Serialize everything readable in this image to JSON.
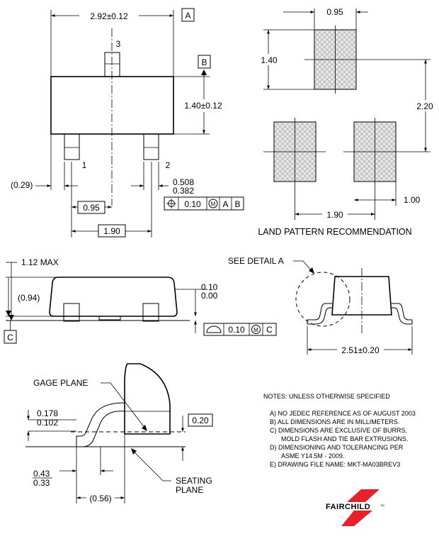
{
  "top_view": {
    "width_dim": "2.92±0.12",
    "height_dim": "1.40±0.12",
    "pin3": "3",
    "pin1": "1",
    "pin2": "2",
    "datum_a": "A",
    "datum_b": "B",
    "offset_dim": "(0.29)",
    "pitch_dim": "0.95",
    "span_dim": "1.90",
    "lead_width_max": "0.508",
    "lead_width_min": "0.382",
    "fcf_value": "0.10",
    "fcf_modifier": "M",
    "fcf_datum_1": "A",
    "fcf_datum_2": "B"
  },
  "land_pattern": {
    "pad_width": "0.95",
    "pad_height": "1.40",
    "row_pitch": "2.20",
    "pad_spacing": "1.90",
    "pad_right": "1.00",
    "title": "LAND PATTERN RECOMMENDATION"
  },
  "side_view": {
    "max_height": "1.12 MAX",
    "nominal_height": "(0.94)",
    "standoff_max": "0.10",
    "standoff_min": "0.00",
    "datum_c": "C",
    "fcf_value": "0.10",
    "fcf_modifier": "M",
    "fcf_datum": "C"
  },
  "end_view": {
    "detail_label": "SEE DETAIL A",
    "width_dim": "2.51±0.20"
  },
  "detail_a": {
    "gage_plane": "GAGE PLANE",
    "thick_max": "0.178",
    "thick_min": "0.102",
    "gage_dim": "0.20",
    "foot_max": "0.43",
    "foot_min": "0.33",
    "foot_len": "(0.56)",
    "seating_1": "SEATING",
    "seating_2": "PLANE"
  },
  "notes": {
    "heading": "NOTES: UNLESS OTHERWISE SPECIFIED",
    "items": [
      "A)  NO JEDEC REFERENCE AS OF AUGUST 2003",
      "B)  ALL DIMENSIONS ARE IN MILLIMETERS.",
      "C)  DIMENSIONS ARE EXCLUSIVE OF BURRS,",
      "MOLD FLASH AND TIE BAR EXTRUSIONS.",
      "D)  DIMENSIONING AND TOLERANCING PER",
      "ASME Y14.5M - 2009.",
      "E)  DRAWING FILE NAME: MKT-MA03BREV3"
    ]
  },
  "logo": {
    "text": "FAIRCHILD",
    "tm": "TM",
    "color": "#e8202a"
  }
}
